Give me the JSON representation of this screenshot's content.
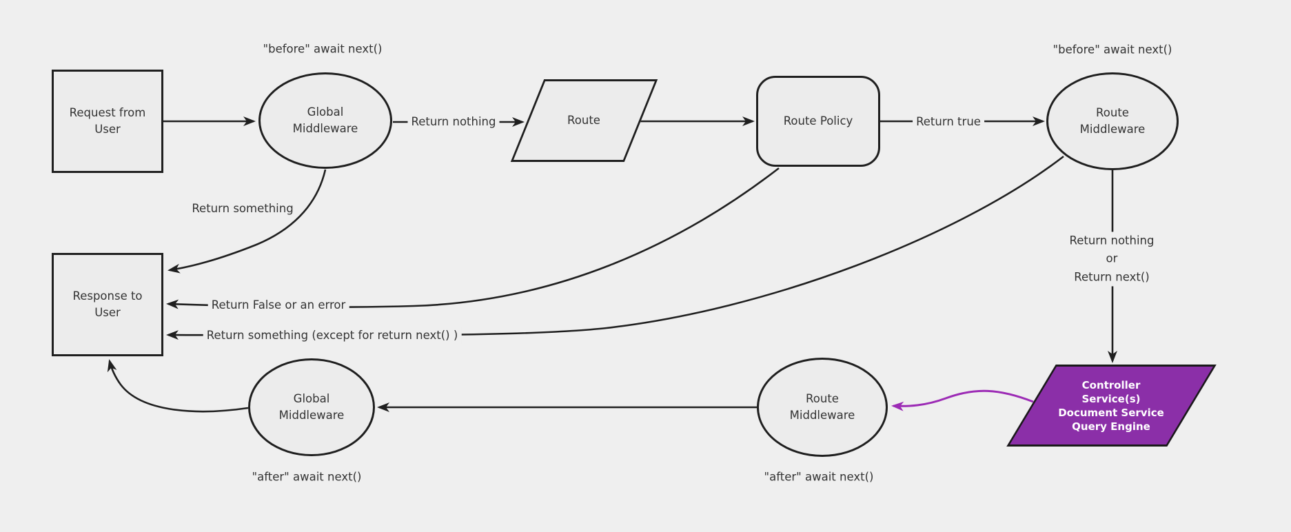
{
  "diagram": {
    "type": "flowchart",
    "description": "Request lifecycle flow: middleware, route, policy, controller/services"
  },
  "colors": {
    "background": "#efefef",
    "node_fill": "#ececec",
    "node_border": "#1f1f1f",
    "text": "#333333",
    "accent_fill": "#8b2fa8",
    "accent_arrow": "#9c2bb5",
    "accent_text": "#ffffff"
  },
  "nodes": {
    "request": {
      "label": "Request from User",
      "shape": "rectangle"
    },
    "global_middleware_before": {
      "label": "Global Middleware",
      "shape": "ellipse",
      "annotation": "\"before\" await next()"
    },
    "route": {
      "label": "Route",
      "shape": "parallelogram"
    },
    "route_policy": {
      "label": "Route Policy",
      "shape": "rounded-rectangle"
    },
    "route_middleware_before": {
      "label": "Route Middleware",
      "shape": "ellipse",
      "annotation": "\"before\" await next()"
    },
    "response": {
      "label": "Response to User",
      "shape": "rectangle"
    },
    "controller_services": {
      "shape": "parallelogram",
      "lines": [
        "Controller",
        "Service(s)",
        "Document Service",
        "Query Engine"
      ]
    },
    "route_middleware_after": {
      "label": "Route Middleware",
      "shape": "ellipse",
      "annotation": "\"after\" await next()"
    },
    "global_middleware_after": {
      "label": "Global Middleware",
      "shape": "ellipse",
      "annotation": "\"after\" await next()"
    }
  },
  "edges": {
    "request_to_global_middleware": {
      "label": ""
    },
    "global_middleware_to_route": {
      "label": "Return nothing"
    },
    "route_to_route_policy": {
      "label": ""
    },
    "route_policy_to_route_middleware": {
      "label": "Return true"
    },
    "global_middleware_to_response": {
      "label": "Return something"
    },
    "route_policy_to_response": {
      "label": "Return False or an error"
    },
    "route_middleware_to_response": {
      "label": "Return something (except for return next() )"
    },
    "route_middleware_to_controller": {
      "label_lines": [
        "Return nothing",
        "or",
        "Return next()"
      ]
    },
    "controller_to_route_middleware_after": {
      "label": "",
      "color": "#9c2bb5"
    },
    "route_middleware_after_to_global_middleware_after": {
      "label": ""
    },
    "global_middleware_after_to_response": {
      "label": ""
    }
  }
}
